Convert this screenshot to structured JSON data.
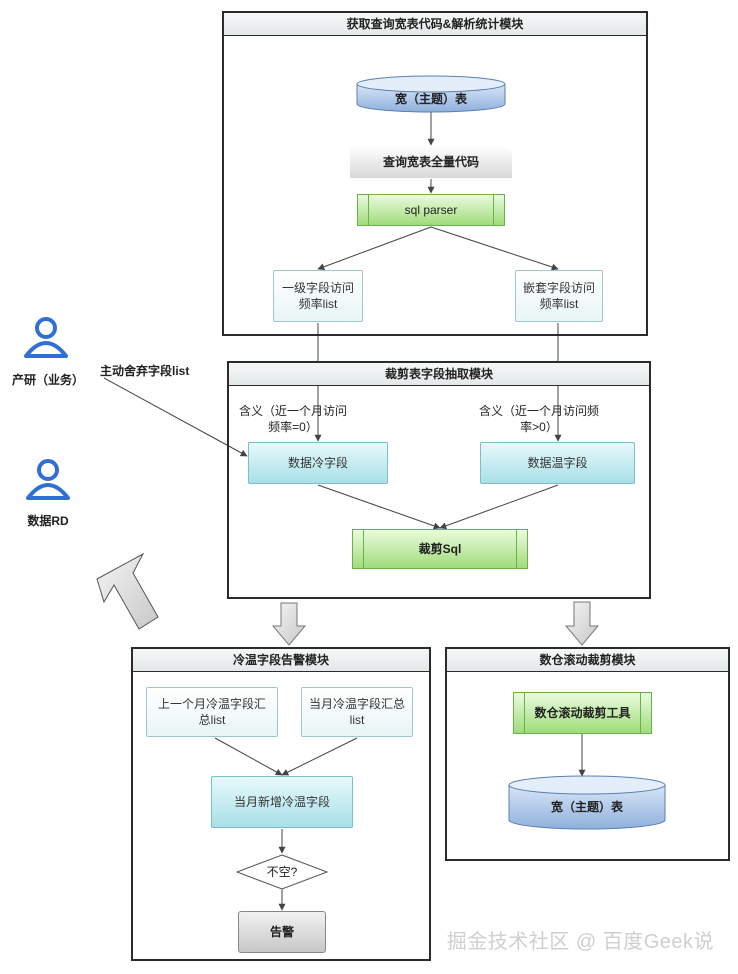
{
  "modules": {
    "extract": {
      "title": "获取查询宽表代码&解析统计模块"
    },
    "trim": {
      "title": "裁剪表字段抽取模块"
    },
    "alert": {
      "title": "冷温字段告警模块"
    },
    "rolling": {
      "title": "数仓滚动裁剪模块"
    }
  },
  "nodes": {
    "wide_table_top": "宽（主题）表",
    "query_code": "查询宽表全量代码",
    "sql_parser": "sql parser",
    "level1_freq": "一级字段访问频率list",
    "nested_freq": "嵌套字段访问频率list",
    "cold_field": "数据冷字段",
    "warm_field": "数据温字段",
    "trim_sql": "裁剪Sql",
    "last_month_summary": "上一个月冷温字段汇总list",
    "this_month_summary": "当月冷温字段汇总list",
    "new_cold_warm": "当月新增冷温字段",
    "not_empty": "不空?",
    "alarm": "告警",
    "rolling_tool": "数仓滚动裁剪工具",
    "wide_table_bottom": "宽（主题）表"
  },
  "labels": {
    "cold_meaning": "含义（近一个月访问频率=0）",
    "warm_meaning": "含义（近一个月访问频率>0）",
    "discard_list": "主动舍弃字段list"
  },
  "actors": {
    "product": "产研（业务）",
    "data_rd": "数据RD"
  },
  "watermark": "掘金技术社区 @ 百度Geek说",
  "colors": {
    "person_icon": "#2f6fd6",
    "edge": "#444444",
    "db_fill": "#a9c3e4"
  },
  "icons": {
    "person": "person-icon",
    "database": "database-icon",
    "arrow": "hollow-arrow-icon"
  }
}
